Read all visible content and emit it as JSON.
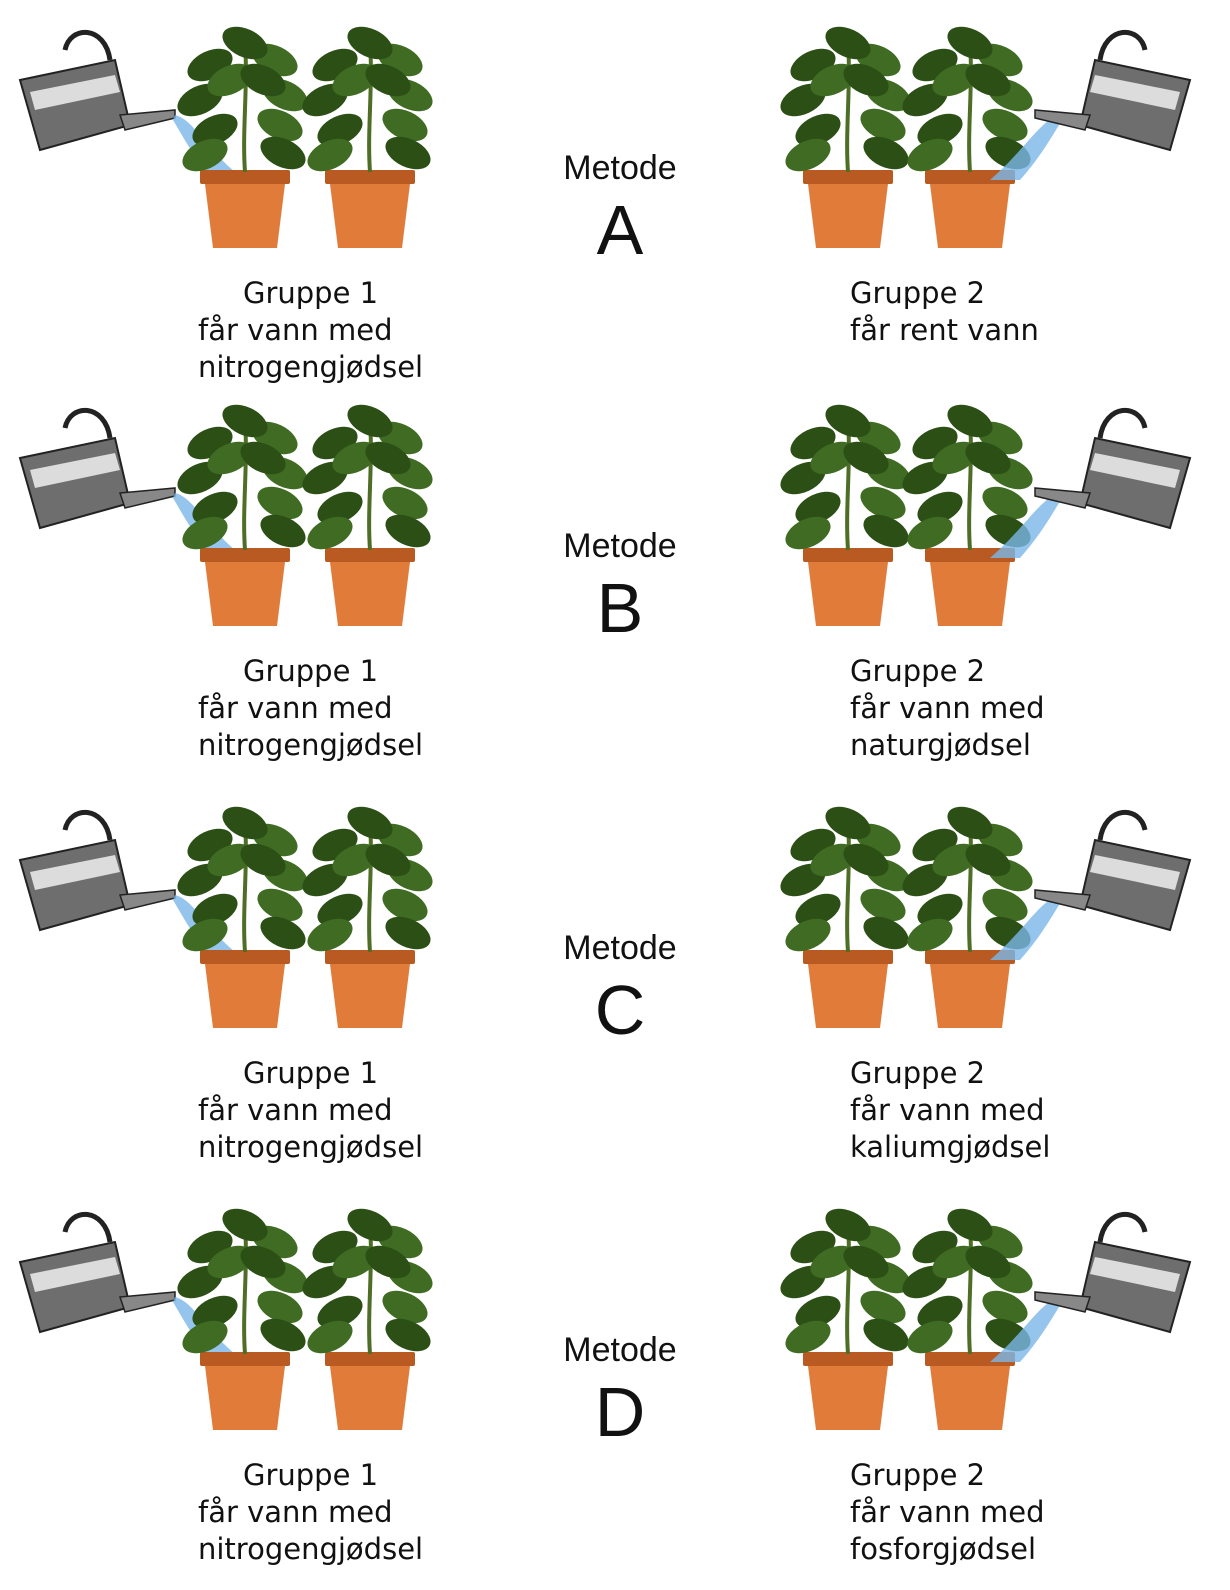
{
  "methods": [
    {
      "word": "Metode",
      "letter": "A",
      "group1": {
        "title": "Gruppe 1",
        "line1": "får vann med",
        "line2": "nitrogengjødsel"
      },
      "group2": {
        "title": "Gruppe 2",
        "line1": "får rent vann",
        "line2": ""
      }
    },
    {
      "word": "Metode",
      "letter": "B",
      "group1": {
        "title": "Gruppe 1",
        "line1": "får vann med",
        "line2": "nitrogengjødsel"
      },
      "group2": {
        "title": "Gruppe 2",
        "line1": "får vann med",
        "line2": "naturgjødsel"
      }
    },
    {
      "word": "Metode",
      "letter": "C",
      "group1": {
        "title": "Gruppe 1",
        "line1": "får vann med",
        "line2": "nitrogengjødsel"
      },
      "group2": {
        "title": "Gruppe 2",
        "line1": "får vann med",
        "line2": "kaliumgjødsel"
      }
    },
    {
      "word": "Metode",
      "letter": "D",
      "group1": {
        "title": "Gruppe 1",
        "line1": "får vann med",
        "line2": "nitrogengjødsel"
      },
      "group2": {
        "title": "Gruppe 2",
        "line1": "får vann med",
        "line2": "fosforgjødsel"
      }
    }
  ],
  "colors": {
    "pot": "#e07b3a",
    "pot_dark": "#b85a22",
    "leaf": "#3f6b22",
    "leaf_dark": "#2c4f16",
    "can": "#6e6e6e",
    "water": "#7ab6e8"
  }
}
